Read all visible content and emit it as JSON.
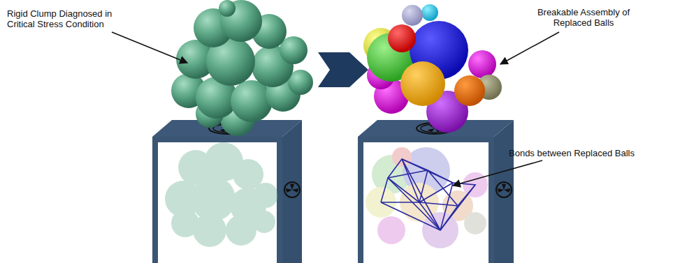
{
  "diagram": {
    "labels": [
      "Rigid Clump Diagnosed in Critical Stress Condition",
      "Breakable Assembly of Replaced Balls",
      "Bonds between Replaced Balls"
    ]
  }
}
